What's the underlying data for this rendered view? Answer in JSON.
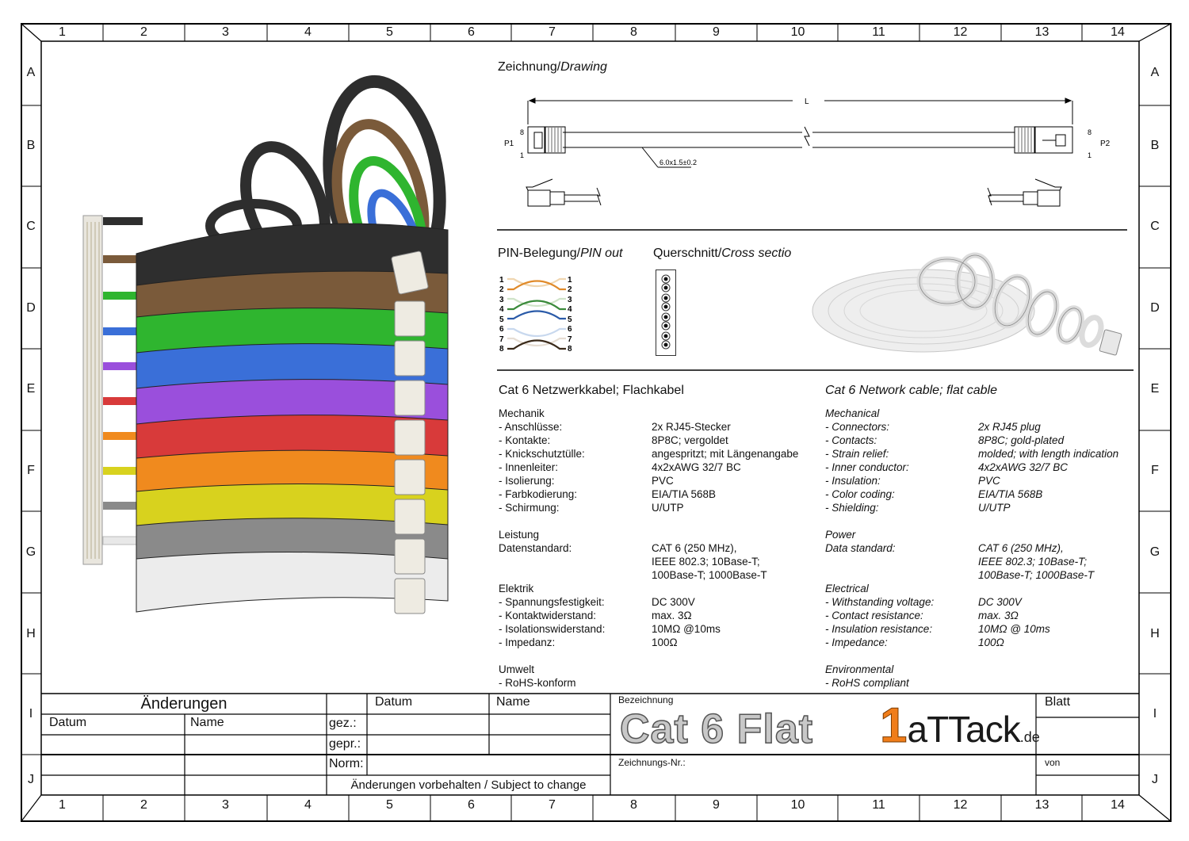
{
  "frame": {
    "columns": [
      "1",
      "2",
      "3",
      "4",
      "5",
      "6",
      "7",
      "8",
      "9",
      "10",
      "11",
      "12",
      "13",
      "14"
    ],
    "rows": [
      "A",
      "B",
      "C",
      "D",
      "E",
      "F",
      "G",
      "H",
      "I",
      "J"
    ]
  },
  "photo": {
    "description": "Stack of flat Cat 6 network cables in 12 colours with RJ45 plugs",
    "cable_colors": [
      {
        "name": "black",
        "hex": "#2e2e2e"
      },
      {
        "name": "brown",
        "hex": "#7a5a3a"
      },
      {
        "name": "green",
        "hex": "#2fb52f"
      },
      {
        "name": "blue",
        "hex": "#3a6fd8"
      },
      {
        "name": "purple",
        "hex": "#9a4fdc"
      },
      {
        "name": "red",
        "hex": "#d83a3a"
      },
      {
        "name": "orange",
        "hex": "#f08a1e"
      },
      {
        "name": "yellow",
        "hex": "#d8d21e"
      },
      {
        "name": "grey",
        "hex": "#8a8a8a"
      },
      {
        "name": "white",
        "hex": "#e8e8e8"
      }
    ]
  },
  "drawing": {
    "title_de": "Zeichnung/",
    "title_en": "Drawing",
    "length_label": "L",
    "p1_label": "P1",
    "p2_label": "P2",
    "pin_top": "8",
    "pin_bottom": "1",
    "dimension": "6.0x1.5±0.2"
  },
  "pinout": {
    "title_de": "PIN-Belegung/",
    "title_en": "PIN out",
    "pins": [
      "1",
      "2",
      "3",
      "4",
      "5",
      "6",
      "7",
      "8"
    ],
    "pair_colors": [
      "#e08a2a",
      "#3a8a3a",
      "#2a5aa8",
      "#3a2a1a"
    ]
  },
  "cross_section": {
    "title_de": "Querschnitt/",
    "title_en": "Cross sectio",
    "conductors": 8
  },
  "spec_de": {
    "heading": "Cat 6 Netzwerkkabel; Flachkabel",
    "mechanik": {
      "label": "Mechanik",
      "items": [
        {
          "k": "- Anschlüsse:",
          "v": "2x RJ45-Stecker"
        },
        {
          "k": "- Kontakte:",
          "v": "8P8C; vergoldet"
        },
        {
          "k": "- Knickschutztülle:",
          "v": "angespritzt; mit Längenangabe"
        },
        {
          "k": "- Innenleiter:",
          "v": "4x2xAWG 32/7 BC"
        },
        {
          "k": "- Isolierung:",
          "v": "PVC"
        },
        {
          "k": "- Farbkodierung:",
          "v": "EIA/TIA 568B"
        },
        {
          "k": "- Schirmung:",
          "v": "U/UTP"
        }
      ]
    },
    "leistung": {
      "label": "Leistung",
      "k": "Datenstandard:",
      "v1": "CAT 6 (250 MHz),",
      "v2": "IEEE 802.3; 10Base-T;",
      "v3": "100Base-T; 1000Base-T"
    },
    "elektrik": {
      "label": "Elektrik",
      "items": [
        {
          "k": "- Spannungsfestigkeit:",
          "v": "DC 300V"
        },
        {
          "k": "- Kontaktwiderstand:",
          "v": "max. 3Ω"
        },
        {
          "k": "- Isolationswiderstand:",
          "v": "10MΩ @10ms"
        },
        {
          "k": "- Impedanz:",
          "v": "100Ω"
        }
      ]
    },
    "umwelt": {
      "label": "Umwelt",
      "item": "- RoHS-konform"
    }
  },
  "spec_en": {
    "heading": "Cat 6 Network cable; flat cable",
    "mechanik": {
      "label": "Mechanical",
      "items": [
        {
          "k": "- Connectors:",
          "v": "2x RJ45 plug"
        },
        {
          "k": "- Contacts:",
          "v": "8P8C; gold-plated"
        },
        {
          "k": "- Strain relief:",
          "v": "molded; with length indication"
        },
        {
          "k": "- Inner conductor:",
          "v": "4x2xAWG 32/7 BC"
        },
        {
          "k": "- Insulation:",
          "v": "PVC"
        },
        {
          "k": "- Color coding:",
          "v": "EIA/TIA 568B"
        },
        {
          "k": "- Shielding:",
          "v": "U/UTP"
        }
      ]
    },
    "leistung": {
      "label": "Power",
      "k": "Data standard:",
      "v1": "CAT 6 (250 MHz),",
      "v2": "IEEE 802.3; 10Base-T;",
      "v3": "100Base-T; 1000Base-T"
    },
    "elektrik": {
      "label": "Electrical",
      "items": [
        {
          "k": "- Withstanding voltage:",
          "v": "DC 300V"
        },
        {
          "k": "- Contact resistance:",
          "v": "max. 3Ω"
        },
        {
          "k": "- Insulation resistance:",
          "v": "10MΩ @ 10ms"
        },
        {
          "k": "- Impedance:",
          "v": "100Ω"
        }
      ]
    },
    "umwelt": {
      "label": "Environmental",
      "item": "- RoHS compliant"
    }
  },
  "title_block": {
    "changes_heading": "Änderungen",
    "changes_col_date": "Datum",
    "changes_col_name": "Name",
    "col_date": "Datum",
    "col_name": "Name",
    "row_drawn": "gez.:",
    "row_checked": "gepr.:",
    "row_norm": "Norm:",
    "disclaimer": "Änderungen vorbehalten / Subject to change",
    "designation_label": "Bezeichnung",
    "designation": "Cat 6 Flat",
    "drawing_no_label": "Zeichnungs-Nr.:",
    "sheet_label": "Blatt",
    "of_label": "von",
    "logo_number": "1",
    "logo_name": "aTTack",
    "logo_tld": ".de",
    "logo_color": "#f07d1a"
  }
}
